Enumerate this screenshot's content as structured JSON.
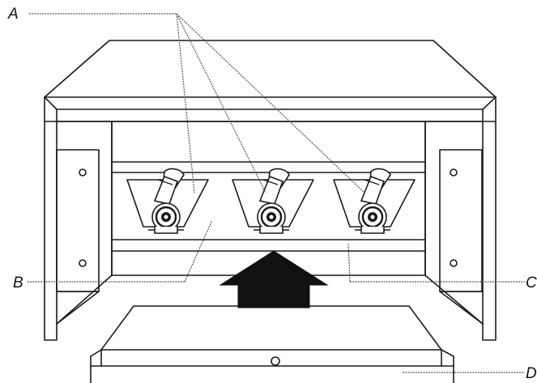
{
  "labels": {
    "a": "A",
    "b": "B",
    "c": "C",
    "d": "D"
  },
  "colors": {
    "line": "#1a1a1a",
    "leader": "#555555",
    "arrow": "#111111",
    "background": "#ffffff"
  },
  "icons": {
    "arrow": "up-arrow-icon",
    "fixture": "clamp-fixture-icon",
    "hole": "mounting-hole-icon"
  }
}
